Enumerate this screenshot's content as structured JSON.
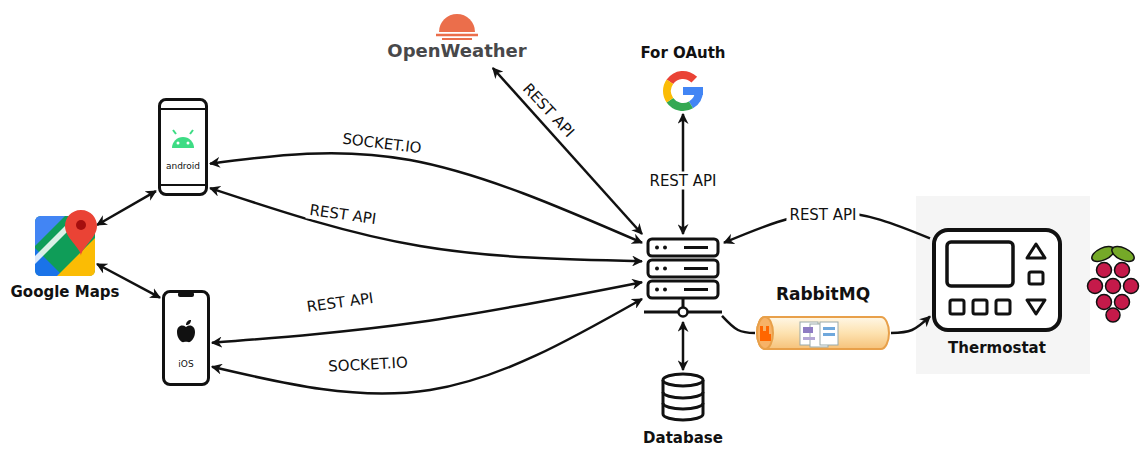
{
  "diagram": {
    "nodes": [
      {
        "text": [
          "android"
        ]
      },
      {
        "text": [
          "Google Maps"
        ]
      },
      {
        "text": [
          "iOS"
        ]
      },
      {
        "text": [
          "OpenWeather"
        ]
      },
      {
        "text": [
          "For OAuth"
        ]
      },
      {
        "text": []
      },
      {
        "text": [
          "Database"
        ]
      },
      {
        "text": [
          "RabbitMQ"
        ]
      },
      {
        "text": [
          "Thermostat"
        ]
      }
    ],
    "edges": [
      {
        "from": 1,
        "to": 0,
        "arrow": "both"
      },
      {
        "from": 1,
        "to": 2,
        "arrow": "both"
      },
      {
        "from": 5,
        "to": 0,
        "label": "SOCKET.IO",
        "arrow": "both"
      },
      {
        "from": 0,
        "to": 5,
        "label": "REST API",
        "arrow": "both"
      },
      {
        "from": 2,
        "to": 5,
        "label": "REST API",
        "arrow": "both"
      },
      {
        "from": 5,
        "to": 2,
        "label": "SOCKET.IO",
        "arrow": "both"
      },
      {
        "from": 5,
        "to": 3,
        "label": "REST API",
        "arrow": "both"
      },
      {
        "from": 5,
        "to": 4,
        "label": "REST API",
        "arrow": "both"
      },
      {
        "from": 8,
        "to": 5,
        "label": "REST API",
        "arrow": "to"
      },
      {
        "from": 5,
        "to": 6,
        "arrow": "both"
      },
      {
        "from": 5,
        "to": 7,
        "arrow": "none"
      },
      {
        "from": 7,
        "to": 8,
        "arrow": "to"
      }
    ]
  }
}
